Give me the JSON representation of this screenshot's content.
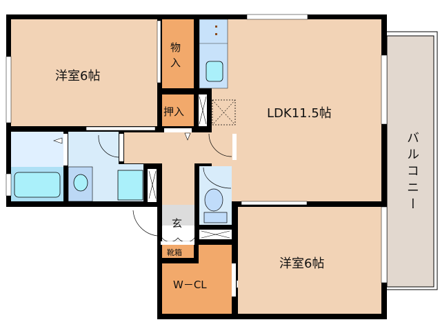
{
  "rooms": {
    "bedroom_1": "洋室6帖",
    "storage": "物入",
    "closet": "押入",
    "ldk": "LDK11.5帖",
    "balcony": "バルコニー",
    "entrance": "玄",
    "shoe_box": "靴箱",
    "walk_in_closet": "W－CL",
    "bedroom_2": "洋室6帖"
  },
  "colors": {
    "room": "#f2d3b6",
    "storage": "#f2a96b",
    "wet_area": "#dcefff",
    "fixture": "#aaf0fa",
    "entrance": "#dcdcdc",
    "balcony": "#e2d8cf",
    "wall": "#000000"
  }
}
